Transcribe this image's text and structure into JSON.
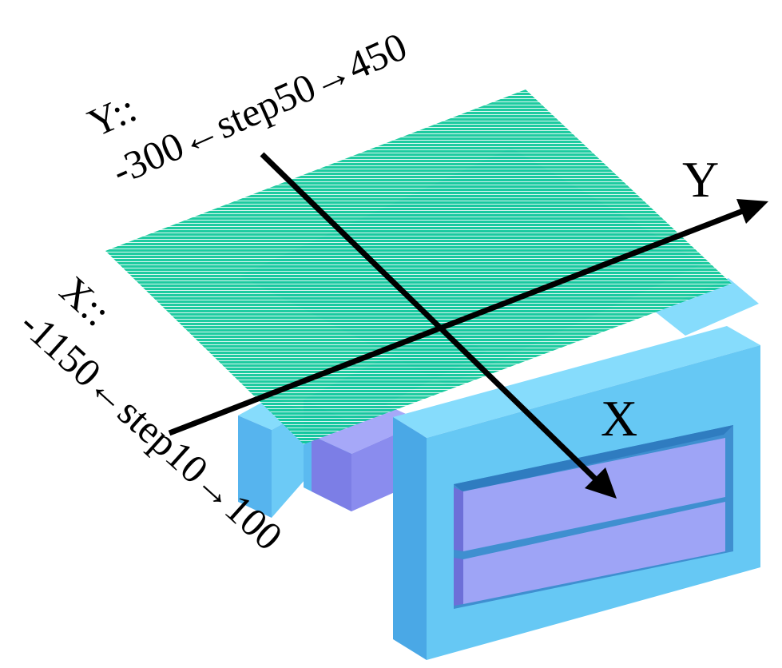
{
  "axes": {
    "x_label": "X",
    "y_label": "Y"
  },
  "ranges": {
    "y_range_label": "Y::",
    "y_range_text": "-300←step50→450",
    "x_range_label": "X::",
    "x_range_text": "-1150←step10→100"
  },
  "colors": {
    "background": "#ffffff",
    "structure_face": "#66c8f4",
    "structure_top": "#86dcfc",
    "structure_side": "#4aa8e6",
    "structure_dark": "#3f8fd0",
    "inner_block": "#9ea4f6",
    "inner_block_dark": "#7c7ee6",
    "plane_fill": "#10c89a",
    "plane_stripe": "#ffffff",
    "axis": "#000000"
  }
}
